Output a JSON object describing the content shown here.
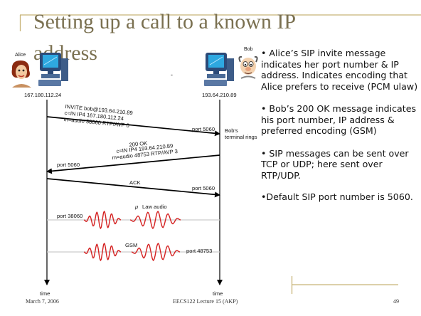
{
  "slide": {
    "title_line1": "Setting up a call to a known IP",
    "title_line2": "address",
    "dash": "-"
  },
  "alice": {
    "label": "Alice",
    "ip": "167.180.112.24"
  },
  "bob": {
    "label": "Bob",
    "ip": "193.64.210.89"
  },
  "messages": {
    "invite": [
      "INVITE bob@193.64.210.89",
      "c=IN IP4 167.180.112.24",
      "m=audio 38060 RTP/AVP 0"
    ],
    "invite_port": "port 5060",
    "bob_rings": [
      "Bob's",
      "terminal rings"
    ],
    "ok": [
      "200 OK",
      "c=IN IP4 193.64.210.89",
      "m=audio 48753 RTP/AVP 3"
    ],
    "ok_port": "port 5060",
    "ack": "ACK",
    "ack_port": "port 5060",
    "alice_media_port": "port 38060",
    "law_audio_mu": "μ",
    "law_audio": "Law audio",
    "gsm": "GSM",
    "bob_media_port": "port 48753",
    "time": "time"
  },
  "bullets": [
    "• Alice’s SIP invite message indicates her port number & IP address. Indicates  encoding that Alice prefers to receive (PCM ulaw)",
    "• Bob’s 200 OK message indicates his port number, IP address & preferred encoding (GSM)",
    "• SIP messages can be sent over TCP or UDP; here sent over RTP/UDP.",
    "•Default SIP port number is 5060."
  ],
  "footer": {
    "date": "March 7, 2006",
    "course": "EECS122 Lecture 15 (AKP)",
    "page": "49"
  }
}
